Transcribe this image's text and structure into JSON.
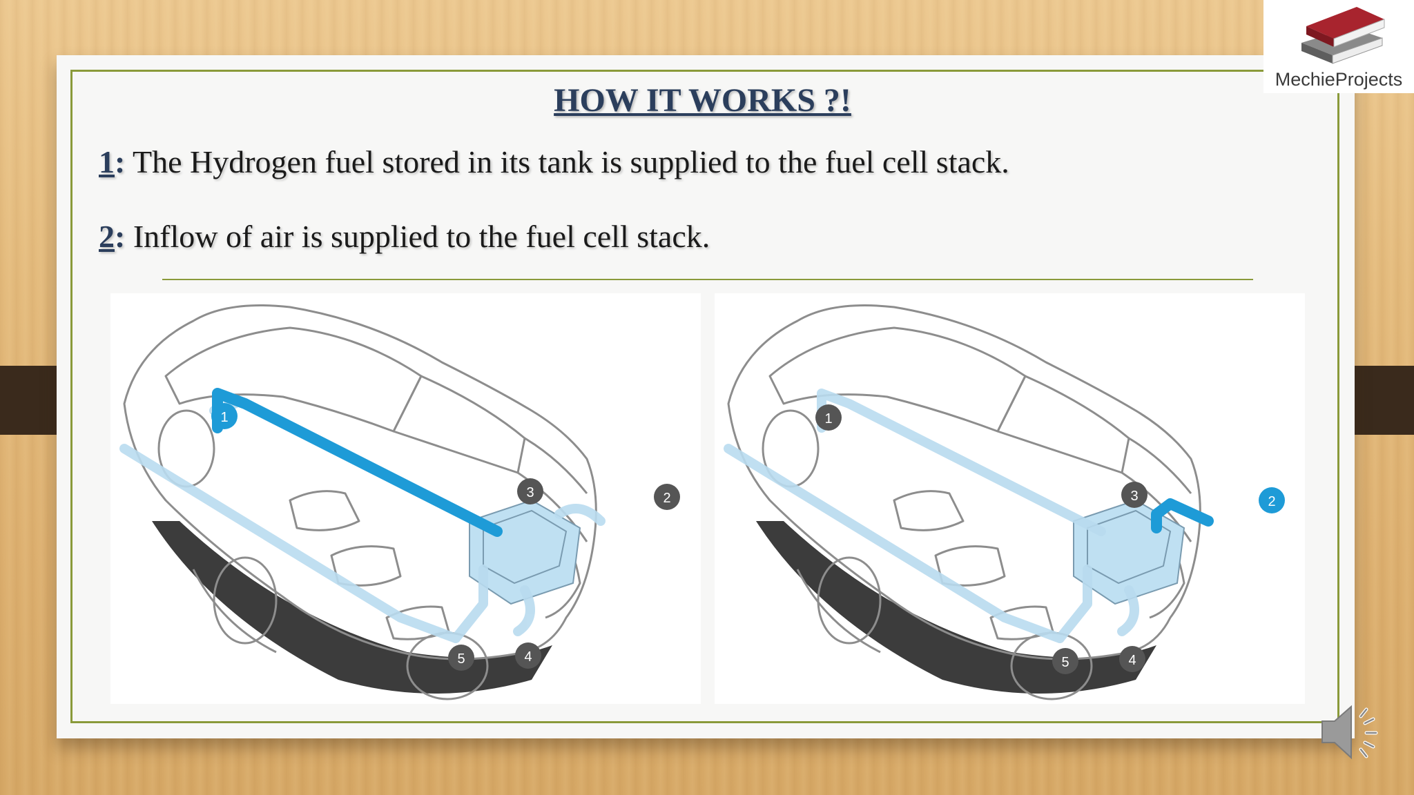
{
  "slide": {
    "title": "HOW IT WORKS ?!",
    "steps": [
      {
        "number": "1",
        "colon": ":",
        "text": " The Hydrogen fuel stored in its tank is supplied to the fuel cell stack."
      },
      {
        "number": "2",
        "colon": ":",
        "text": " Inflow of air is supplied to the fuel cell stack."
      }
    ]
  },
  "diagrams": [
    {
      "highlight": "1",
      "markers": [
        "1",
        "2",
        "3",
        "4",
        "5"
      ]
    },
    {
      "highlight": "2",
      "markers": [
        "1",
        "2",
        "3",
        "4",
        "5"
      ]
    }
  ],
  "logo": {
    "text": "MechieProjects"
  },
  "icons": {
    "logo": "books-icon",
    "audio": "speaker-icon"
  },
  "colors": {
    "frame_green": "#8a9a3a",
    "title_blue": "#2b3e5c",
    "highlight_blue": "#1e9bd7",
    "pipe_light_blue": "#b9dbef",
    "marker_grey": "#555555",
    "book_red": "#a8242e"
  }
}
